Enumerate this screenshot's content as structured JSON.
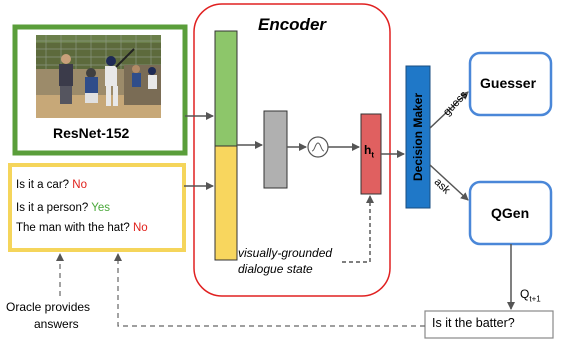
{
  "encoder": {
    "title": "Encoder",
    "state_caption_line1": "visually-grounded",
    "state_caption_line2": "dialogue state",
    "hidden_state_label": "h",
    "hidden_state_subscript": "t"
  },
  "image_module": {
    "label": "ResNet-152"
  },
  "dialogue": {
    "lines": [
      {
        "question": "Is it a car?",
        "answer": "No",
        "answer_color": "#e0201b"
      },
      {
        "question": "Is it a person?",
        "answer": "Yes",
        "answer_color": "#4aa83a"
      },
      {
        "question": "The man with the hat?",
        "answer": "No",
        "answer_color": "#e0201b"
      }
    ]
  },
  "decision_maker": {
    "label": "Decision Maker"
  },
  "guesser": {
    "label": "Guesser",
    "edge_label": "guess"
  },
  "qgen": {
    "label": "QGen",
    "edge_label": "ask",
    "output_label": "Q",
    "output_subscript": "t+1"
  },
  "generated_question": {
    "text": "Is it the batter?"
  },
  "oracle": {
    "line1": "Oracle provides",
    "line2": "answers"
  },
  "colors": {
    "image_border": "#5a9e3a",
    "dialogue_border": "#f5d55b",
    "encoder_border": "#e02020",
    "green_bar": "#8dc66a",
    "yellow_bar": "#f8d65e",
    "gray_block": "#b0b0b0",
    "red_block": "#e06060",
    "decision_bar": "#1f78c8",
    "module_border": "#4a87d8"
  }
}
